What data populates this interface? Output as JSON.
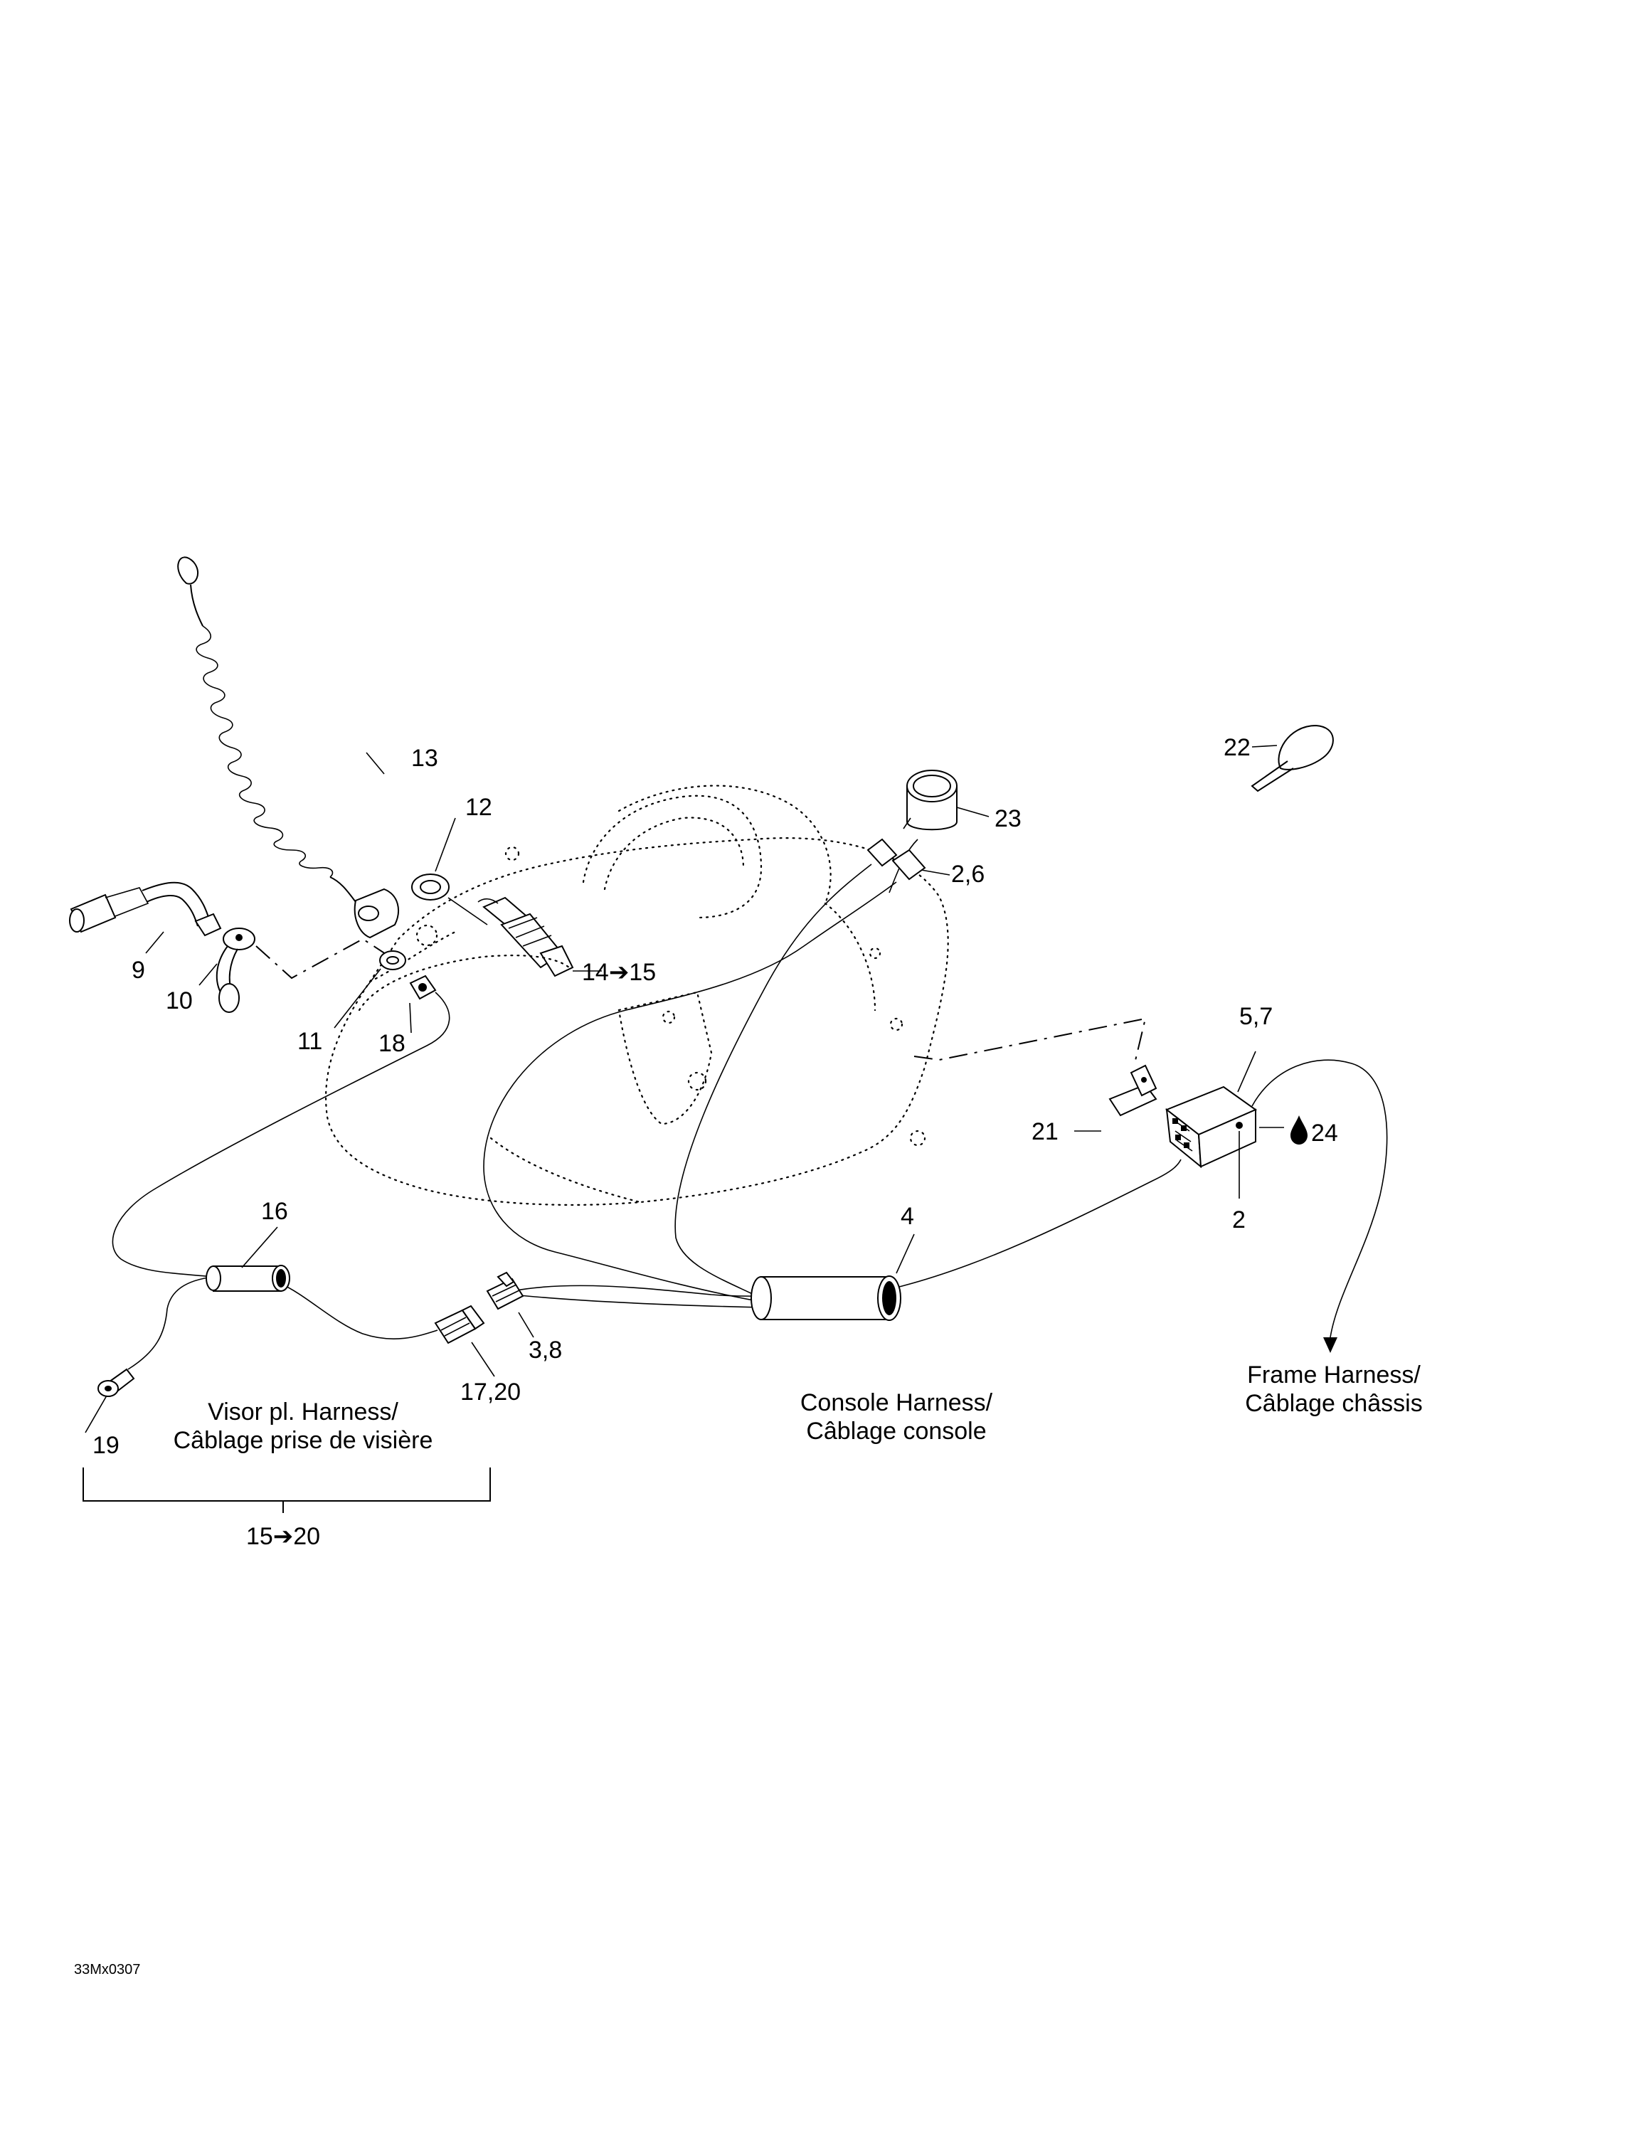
{
  "callouts": {
    "c9": "9",
    "c10": "10",
    "c11": "11",
    "c12": "12",
    "c13": "13",
    "c14_15": "14➔15",
    "c16": "16",
    "c17_20": "17,20",
    "c18": "18",
    "c19": "19",
    "c2_6": "2,6",
    "c21": "21",
    "c22": "22",
    "c23": "23",
    "c24": "24",
    "c2": "2",
    "c3_8": "3,8",
    "c4": "4",
    "c5_7": "5,7",
    "c15_20": "15➔20"
  },
  "labels": {
    "visor_en": "Visor pl. Harness/",
    "visor_fr": "Câblage prise de visière",
    "console_en": "Console Harness/",
    "console_fr": "Câblage console",
    "frame_en": "Frame Harness/",
    "frame_fr": "Câblage châssis"
  },
  "footer": {
    "ref": "33Mx0307"
  },
  "icons": {
    "drop": "drop-icon"
  }
}
